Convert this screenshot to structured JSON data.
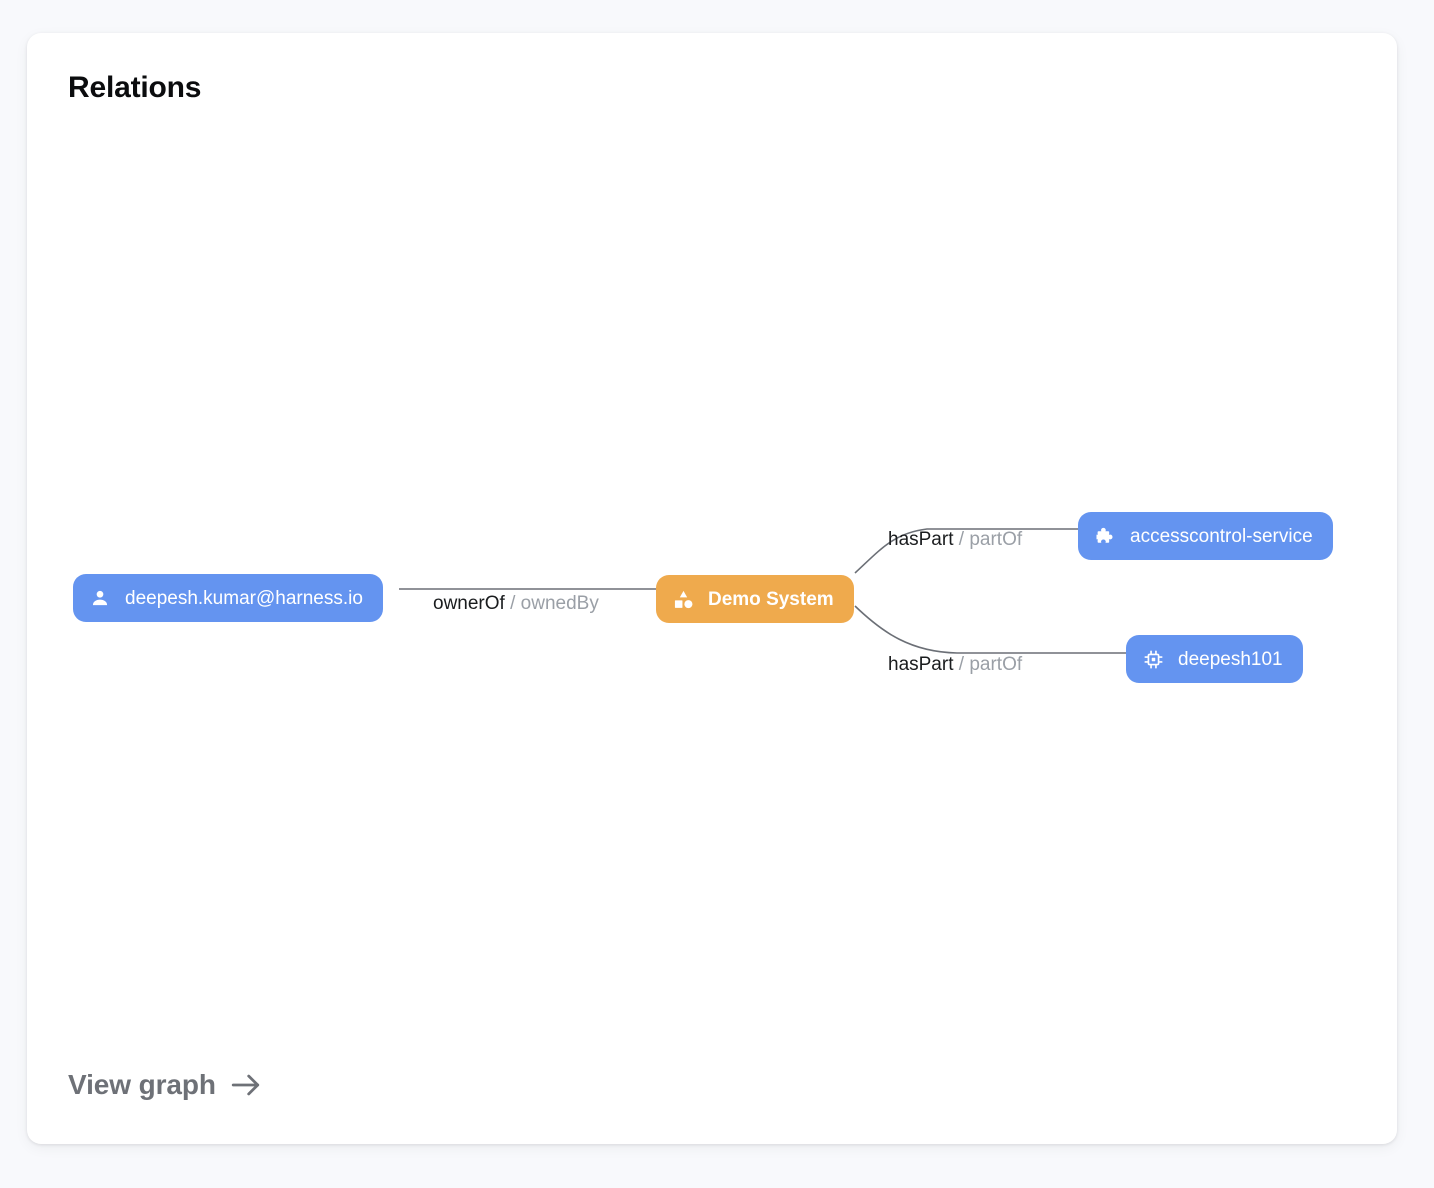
{
  "card": {
    "title": "Relations",
    "view_graph_label": "View graph",
    "view_graph_icon": "arrow-right-icon"
  },
  "colors": {
    "page_background": "#f8f9fc",
    "card_background": "#ffffff",
    "node_blue": "#6494f0",
    "node_orange": "#efaa4d",
    "edge_line": "#6b6f76",
    "relation_forward_text": "#1a1c1e",
    "relation_reverse_text": "#9a9fa6",
    "title_text": "#0b0c0e",
    "view_graph_text": "#6e7177"
  },
  "graph": {
    "nodes": [
      {
        "id": "deepesh.kumar@harness.io",
        "label": "deepesh.kumar@harness.io",
        "kind": "user",
        "icon": "person-icon",
        "color": "#6494f0"
      },
      {
        "id": "Demo System",
        "label": "Demo System",
        "kind": "system",
        "icon": "shapes-icon",
        "color": "#efaa4d"
      },
      {
        "id": "accesscontrol-service",
        "label": "accesscontrol-service",
        "kind": "component",
        "icon": "puzzle-piece-icon",
        "color": "#6494f0"
      },
      {
        "id": "deepesh101",
        "label": "deepesh101",
        "kind": "resource",
        "icon": "chip-icon",
        "color": "#6494f0"
      }
    ],
    "edges": [
      {
        "source": "deepesh.kumar@harness.io",
        "target": "Demo System",
        "forward": "ownerOf",
        "separator": "/",
        "reverse": "ownedBy"
      },
      {
        "source": "Demo System",
        "target": "accesscontrol-service",
        "forward": "hasPart",
        "separator": "/",
        "reverse": "partOf"
      },
      {
        "source": "Demo System",
        "target": "deepesh101",
        "forward": "hasPart",
        "separator": "/",
        "reverse": "partOf"
      }
    ]
  }
}
